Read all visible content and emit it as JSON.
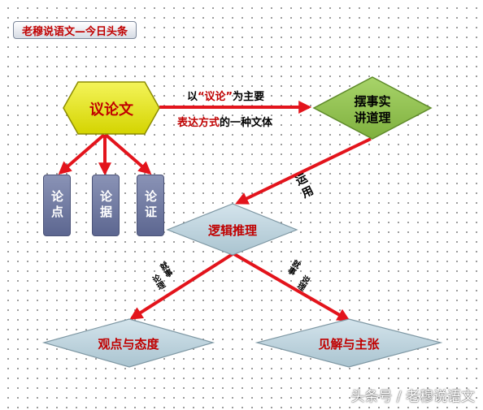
{
  "title": "老穆说语文—今日头条",
  "nodes": {
    "main": "议论文",
    "facts": [
      "摆事实",
      "讲道理"
    ],
    "logic": "逻辑推理",
    "viewpoint": "观点与态度",
    "proposal": "见解与主张"
  },
  "elements": [
    "论点",
    "论据",
    "论证"
  ],
  "definition": {
    "line1_prefix": "以",
    "line1_em": "“议论”",
    "line1_suffix": "为主要",
    "line2_em": "表达方式",
    "line2_suffix": "的一种文体"
  },
  "edge_labels": {
    "use": "运用",
    "left_line1": "就事",
    "left_line2": "论理",
    "right_line1": "就事",
    "right_line2": "说理"
  },
  "watermark": "头条号 / 老穆说语文",
  "colors": {
    "arrow": "#e3141c",
    "hexagon": "#e0e000",
    "facts_diamond": "#8fc04e",
    "logic_diamond": "#bcd3dc",
    "bottom_diamond": "#bfd5e0",
    "pill": "#6a739c",
    "emphasis_text": "#c00000"
  }
}
